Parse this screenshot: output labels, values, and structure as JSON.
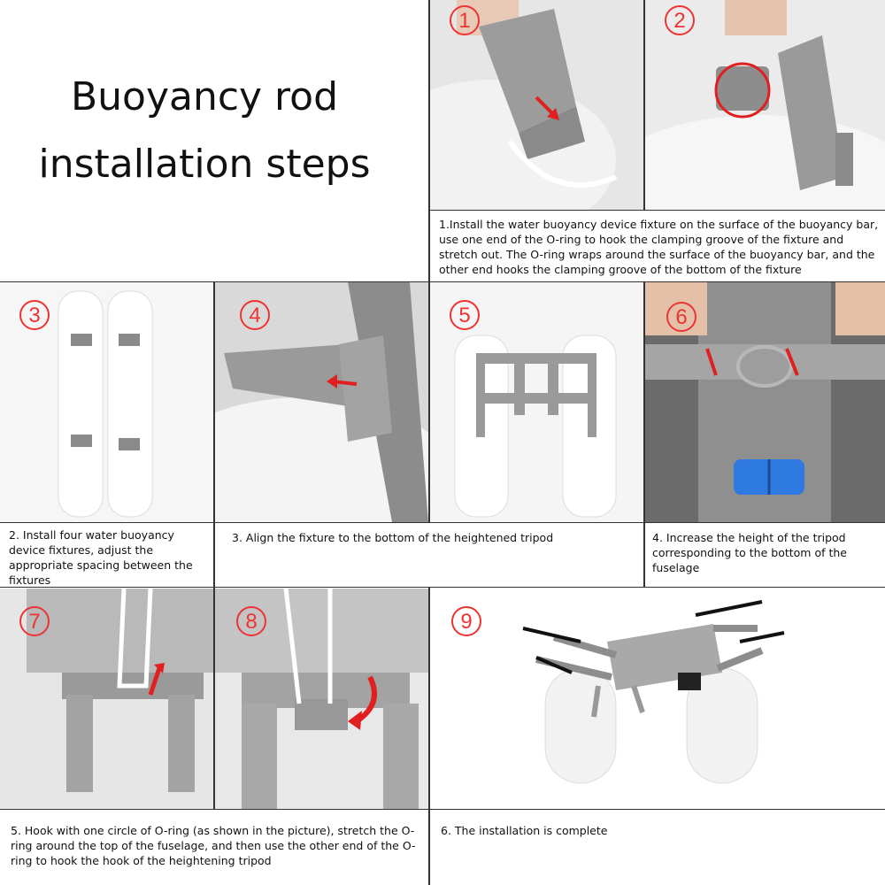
{
  "title": {
    "line1": "Buoyancy rod",
    "line2": "installation steps"
  },
  "markers": {
    "m1": "1",
    "m2": "2",
    "m3": "3",
    "m4": "4",
    "m5": "5",
    "m6": "6",
    "m7": "7",
    "m8": "8",
    "m9": "9"
  },
  "captions": {
    "step1": "1.Install the water buoyancy device fixture on the surface of the buoyancy bar, use one end of the O-ring to hook the clamping groove of the fixture and stretch out. The O-ring wraps around the surface of the buoyancy bar, and the other end hooks the clamping groove of the bottom of the fixture",
    "step2": "2. Install four water buoyancy device fixtures, adjust the appropriate spacing between the fixtures",
    "step3": "3. Align the fixture to the bottom of the heightened tripod",
    "step4": "4. Increase the height of the tripod corresponding to the bottom of the fuselage",
    "step5": "5. Hook with one circle of O-ring (as shown in the picture), stretch the O-ring around the top of the fuselage, and then use the other end of the O-ring to hook the hook of the heightening tripod",
    "step6": "6. The installation is complete"
  },
  "colors": {
    "marker": "#ee3333",
    "arrow": "#e02020",
    "part": "#9a9a9a",
    "foam": "#f4f4f4",
    "blue_sensor": "#2e7ae0"
  }
}
